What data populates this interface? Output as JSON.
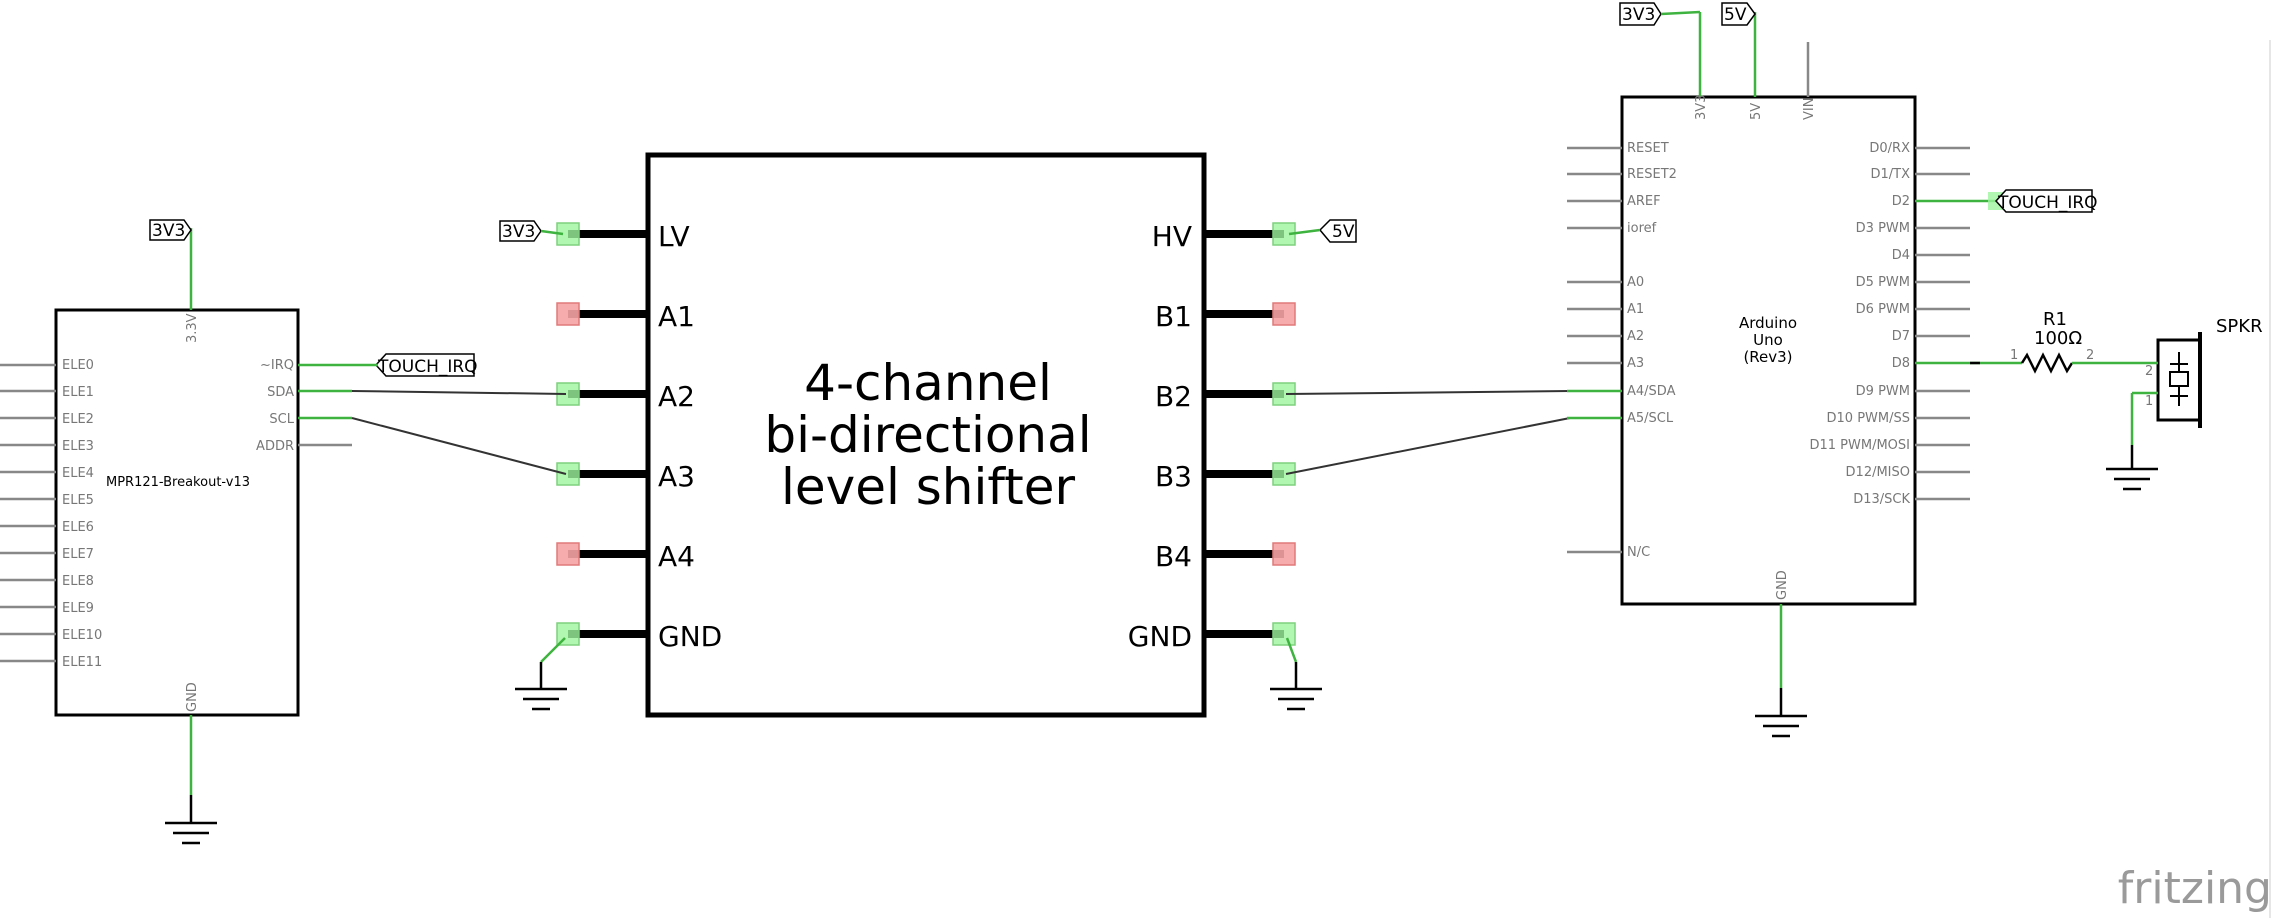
{
  "watermark": "fritzing",
  "mpr121": {
    "name": "MPR121-Breakout-v13",
    "pins_left": [
      "ELE0",
      "ELE1",
      "ELE2",
      "ELE3",
      "ELE4",
      "ELE5",
      "ELE6",
      "ELE7",
      "ELE8",
      "ELE9",
      "ELE10",
      "ELE11"
    ],
    "pins_right": [
      "~IRQ",
      "SDA",
      "SCL",
      "ADDR"
    ],
    "pin_top": "3.3V",
    "pin_bottom": "GND",
    "power_label": "3V3"
  },
  "shifter": {
    "title_lines": [
      "4-channel",
      "bi-directional",
      "level shifter"
    ],
    "pins_left": [
      "LV",
      "A1",
      "A2",
      "A3",
      "A4",
      "GND"
    ],
    "pins_right": [
      "HV",
      "B1",
      "B2",
      "B3",
      "B4",
      "GND"
    ],
    "lv_label": "3V3",
    "hv_label": "5V"
  },
  "arduino": {
    "name_lines": [
      "Arduino",
      "Uno",
      "(Rev3)"
    ],
    "pins_left": [
      "RESET",
      "RESET2",
      "AREF",
      "ioref",
      "A0",
      "A1",
      "A2",
      "A3",
      "A4/SDA",
      "A5/SCL",
      "N/C"
    ],
    "pins_right": [
      "D0/RX",
      "D1/TX",
      "D2",
      "D3 PWM",
      "D4",
      "D5 PWM",
      "D6 PWM",
      "D7",
      "D8",
      "D9 PWM",
      "D10 PWM/SS",
      "D11 PWM/MOSI",
      "D12/MISO",
      "D13/SCK"
    ],
    "pins_top": [
      "3V3",
      "5V",
      "VIN"
    ],
    "pin_bottom": "GND",
    "power_labels": [
      "3V3",
      "5V"
    ]
  },
  "nets": {
    "irq_left": "TOUCH_IRQ",
    "irq_right": "TOUCH_IRQ"
  },
  "resistor": {
    "name": "R1",
    "value": "100Ω",
    "pin1": "1",
    "pin2": "2"
  },
  "speaker": {
    "name": "SPKR",
    "pin1": "1",
    "pin2": "2"
  },
  "colors": {
    "wire": "#3fb33f",
    "pin": "#888888",
    "body": "#000000",
    "pad_ok": "#9ef59e",
    "pad_bad": "#f5a3a3"
  }
}
